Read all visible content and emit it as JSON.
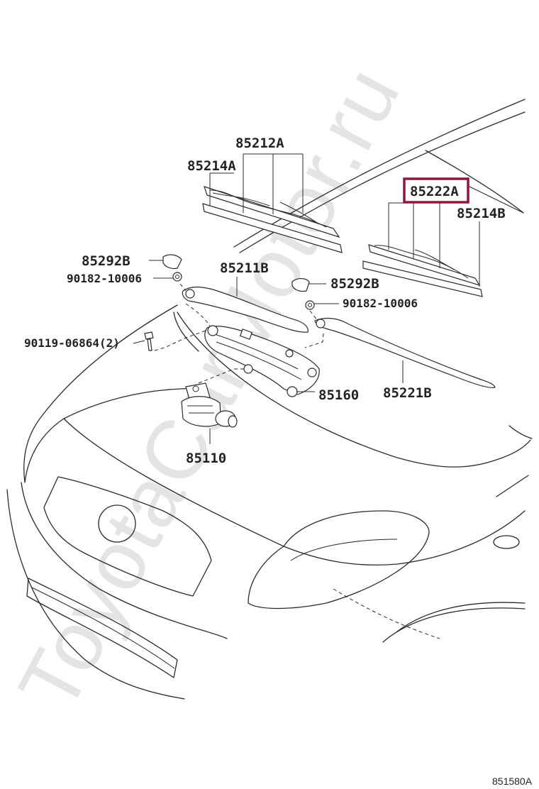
{
  "watermark": "ToyotaCarMotor.ru",
  "diagram_id": "851580A",
  "highlight_color": "#8b1a3a",
  "labels": {
    "blade_assy_left": "85212A",
    "blade_rubber_left": "85214A",
    "blade_assy_right": "85222A",
    "blade_rubber_right": "85214B",
    "cap_left": "85292B",
    "nut_left": "90182-10006",
    "arm_left": "85211B",
    "cap_right": "85292B",
    "nut_right": "90182-10006",
    "bolt": "90119-06864(2)",
    "link": "85160",
    "arm_right": "85221B",
    "motor": "85110"
  }
}
